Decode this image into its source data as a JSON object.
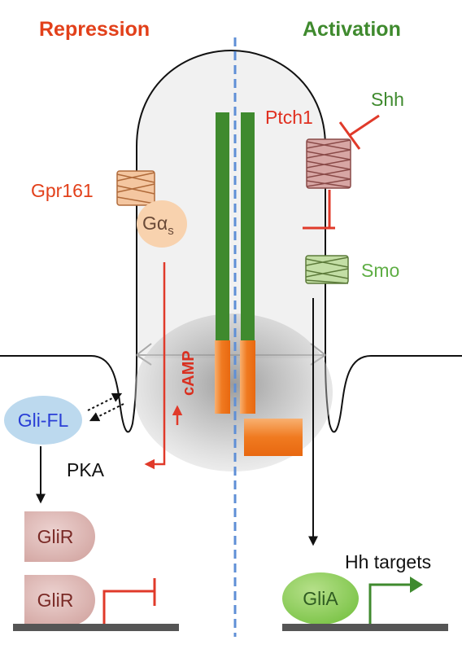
{
  "headings": {
    "repression": "Repression",
    "activation": "Activation"
  },
  "labels": {
    "shh": "Shh",
    "ptch1": "Ptch1",
    "gpr161": "Gpr161",
    "galpha_main": "Gα",
    "galpha_sub": "s",
    "smo": "Smo",
    "camp": "cAMP",
    "gli_fl": "Gli-FL",
    "pka": "PKA",
    "glir_top": "GliR",
    "glir_bottom": "GliR",
    "glia": "GliA",
    "hh_targets": "Hh targets"
  },
  "colors": {
    "repression": "#e2401a",
    "activation": "#3f8a2e",
    "ptch_label": "#e03020",
    "shh_label": "#3f8a2e",
    "smo_label": "#5fae45",
    "gli_fl_text": "#2a3fd6",
    "gli_fl_fill": "#bcd9ee",
    "glir_fill": "#ddb8b5",
    "glir_text": "#7a2a26",
    "glia_fill": "#93cf5e",
    "glia_text": "#2f5c22",
    "galpha_fill": "#f8d2ae",
    "galpha_text": "#6a4a38",
    "axoneme_green": "#3f8a2e",
    "axoneme_orange": "#f08a30",
    "divider": "#5f8fd6",
    "camp_text": "#d93020"
  }
}
